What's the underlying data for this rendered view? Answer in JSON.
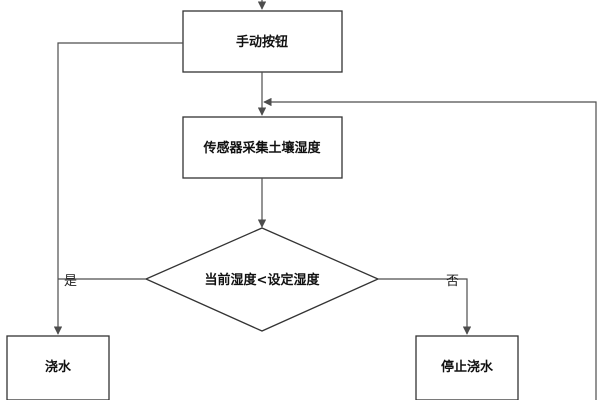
{
  "flowchart": {
    "nodes": {
      "manual_button": "手动按钮",
      "sensor_collect": "传感器采集土壤湿度",
      "decision": "当前湿度<设定湿度",
      "water": "浇水",
      "stop_water": "停止浇水"
    },
    "branches": {
      "yes": "是",
      "no": "否"
    }
  }
}
